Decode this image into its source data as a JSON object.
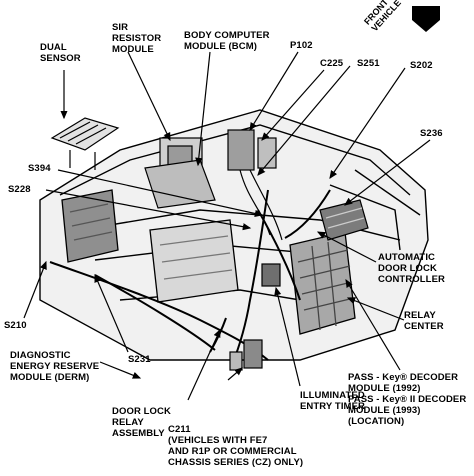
{
  "labels": {
    "dual_sensor": [
      "DUAL",
      "SENSOR"
    ],
    "sir_module": [
      "SIR",
      "RESISTOR",
      "MODULE"
    ],
    "bcm": [
      "BODY COMPUTER",
      "MODULE (BCM)"
    ],
    "p102": "P102",
    "c225": "C225",
    "s251": "S251",
    "s202": "S202",
    "front_of_vehicle": [
      "FRONT OF",
      "VEHICLE"
    ],
    "s236": "S236",
    "s394": "S394",
    "s228": "S228",
    "auto_door_lock": [
      "AUTOMATIC",
      "DOOR LOCK",
      "CONTROLLER"
    ],
    "relay_center": [
      "RELAY",
      "CENTER"
    ],
    "s210": "S210",
    "derm": [
      "DIAGNOSTIC",
      "ENERGY RESERVE",
      "MODULE (DERM)"
    ],
    "s231": "S231",
    "pass_key": [
      "PASS - Key® DECODER",
      "MODULE (1992)",
      "PASS - Key® II DECODER",
      "MODULE (1993)",
      "(LOCATION)"
    ],
    "door_lock_relay": [
      "DOOR LOCK",
      "RELAY",
      "ASSEMBLY"
    ],
    "c211": [
      "C211",
      "(VEHICLES WITH FE7",
      "AND R1P OR COMMERCIAL",
      "CHASSIS SERIES (CZ) ONLY)"
    ],
    "illuminated_entry": [
      "ILLUMINATED",
      "ENTRY TIMER"
    ]
  }
}
